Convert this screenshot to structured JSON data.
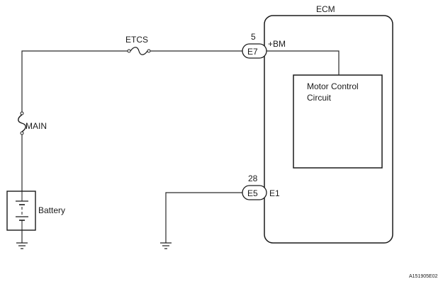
{
  "ecm": {
    "title": "ECM",
    "motor_control_line1": "Motor Control",
    "motor_control_line2": "Circuit"
  },
  "fuses": {
    "etcs": "ETCS",
    "main": "MAIN"
  },
  "battery": {
    "label": "Battery"
  },
  "connectors": [
    {
      "pin": "5",
      "id": "E7",
      "terminal": "+BM"
    },
    {
      "pin": "28",
      "id": "E5",
      "terminal": "E1"
    }
  ],
  "figure_id": "A151905E02"
}
